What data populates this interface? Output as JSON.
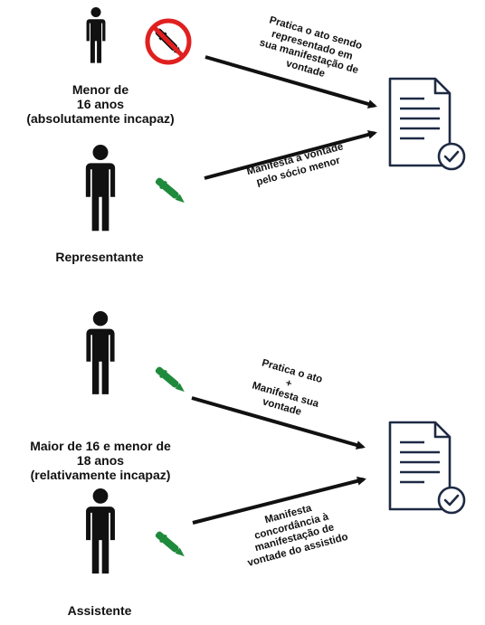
{
  "colors": {
    "ink": "#111111",
    "document": "#1e2a44",
    "pen_green": "#1f8a3c",
    "prohibited_red": "#e02020"
  },
  "icons": {
    "person": "person-icon",
    "pen": "pen-icon",
    "no_pen": "prohibited-pen-icon",
    "document": "signed-document-icon"
  },
  "section1": {
    "minor_label": [
      "Menor de",
      "16 anos",
      "(absolutamente incapaz)"
    ],
    "representative_label": "Representante",
    "arrow1_text": [
      "Pratica o ato sendo",
      "representado em",
      "sua manifestação de",
      "vontade"
    ],
    "arrow2_text": [
      "Manifesta a vontade",
      "pelo sócio menor"
    ]
  },
  "section2": {
    "minor_label": [
      "Maior de 16 e menor de",
      "18 anos",
      "(relativamente incapaz)"
    ],
    "assistant_label": "Assistente",
    "arrow1_text": [
      "Pratica o ato",
      "+",
      "Manifesta sua",
      "vontade"
    ],
    "arrow2_text": [
      "Manifesta",
      "concordância à",
      "manifestação de",
      "vontade do assistido"
    ]
  }
}
